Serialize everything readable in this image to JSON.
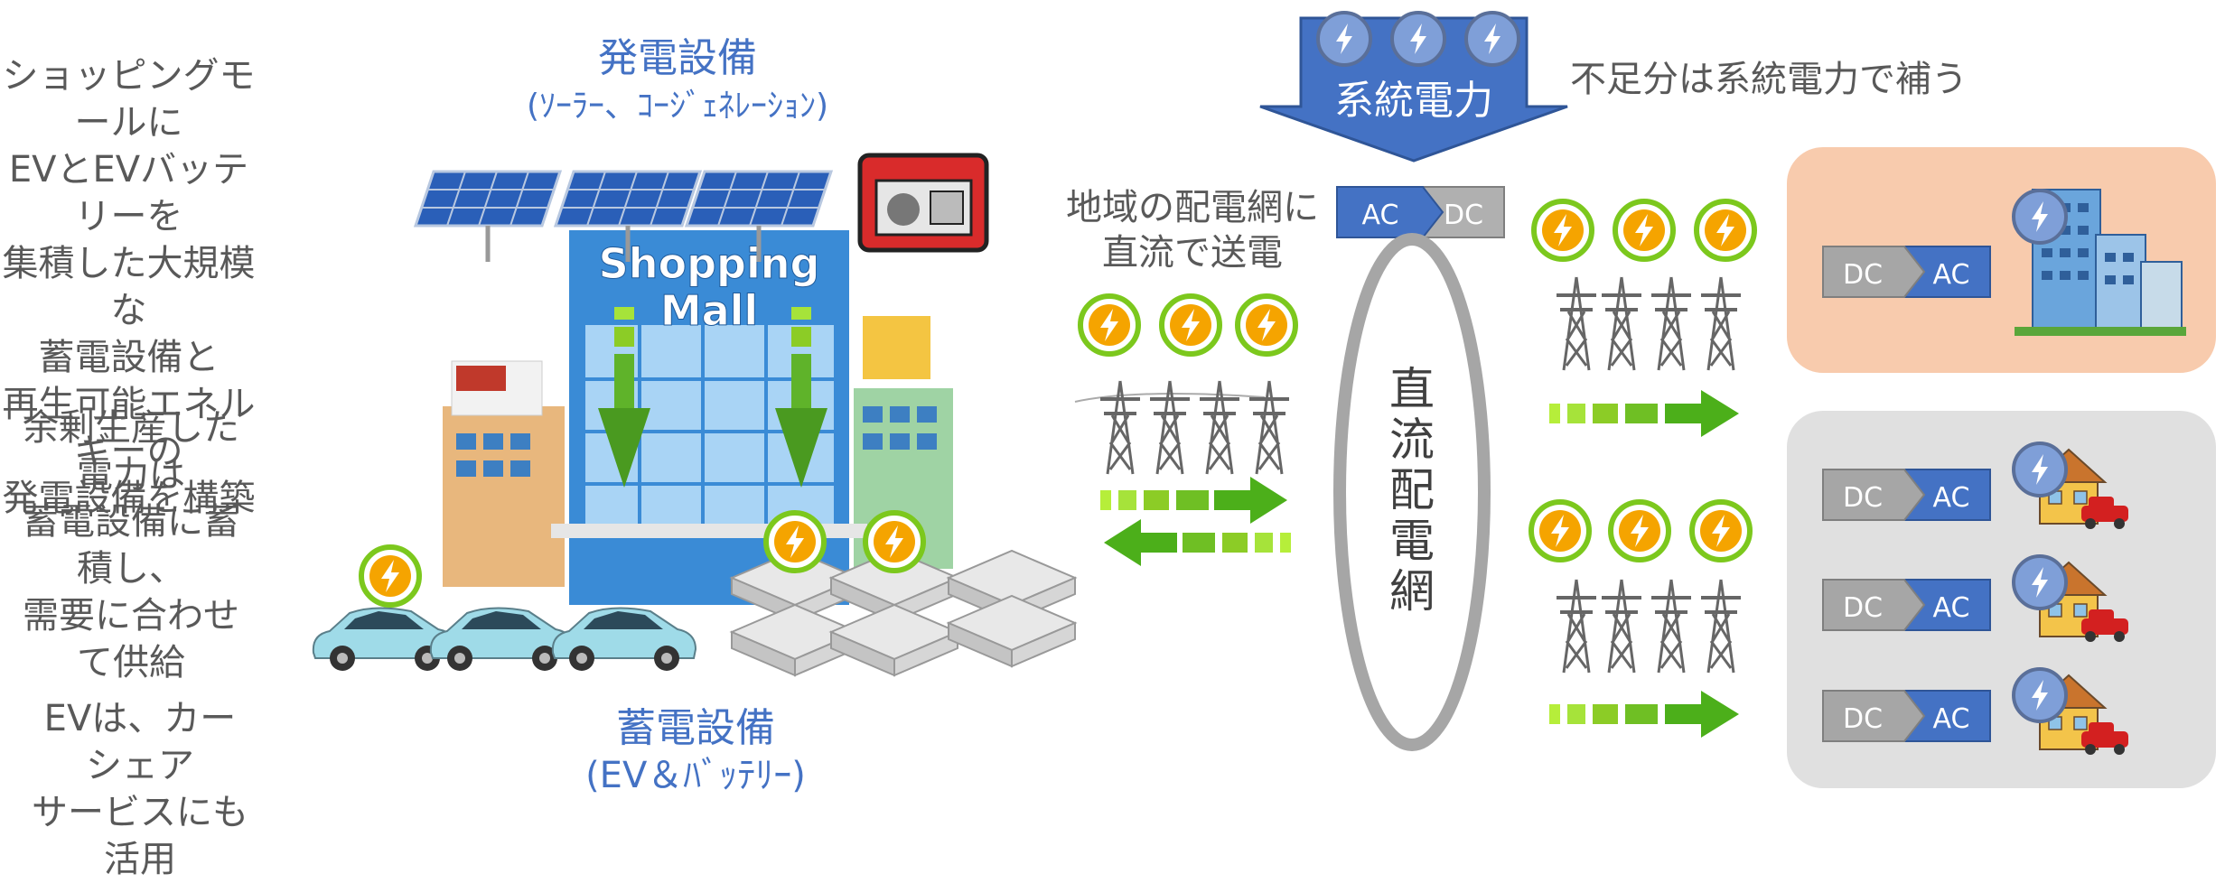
{
  "left": {
    "description_lines": [
      "ショッピングモールに",
      "EVとEVバッテリーを",
      "集積した大規模な",
      "蓄電設備と",
      "再生可能エネルギーの",
      "発電設備を構築"
    ],
    "surplus_lines": [
      "余剰生産した電力は",
      "蓄電設備に蓄積し、",
      "需要に合わせて供給"
    ],
    "ev_lines": [
      "EVは、カーシェア",
      "サービスにも活用"
    ]
  },
  "generation": {
    "title": "発電設備",
    "subtitle": "(ｿｰﾗｰ、ｺｰｼﾞｪﾈﾚｰｼｮﾝ)"
  },
  "storage": {
    "title": "蓄電設備",
    "subtitle": "(EV＆ﾊﾞｯﾃﾘｰ)"
  },
  "mall": {
    "sign_line1": "Shopping",
    "sign_line2": "Mall"
  },
  "grid_supply": {
    "label": "系統電力",
    "note": "不足分は系統電力で補う"
  },
  "transmission": {
    "line1": "地域の配電網に",
    "line2": "直流で送電"
  },
  "converter_main": {
    "input": "AC",
    "output": "DC"
  },
  "dc_network": {
    "chars": [
      "直",
      "流",
      "配",
      "電",
      "網"
    ]
  },
  "consumer_converter": {
    "input": "DC",
    "output": "AC"
  },
  "colors": {
    "blue": "#4472c4",
    "gray": "#595959",
    "green": "#7cc81d",
    "arrow_green": "#4caf1a",
    "peach": "#f8cbad",
    "light_gray": "#e0e0e0"
  }
}
